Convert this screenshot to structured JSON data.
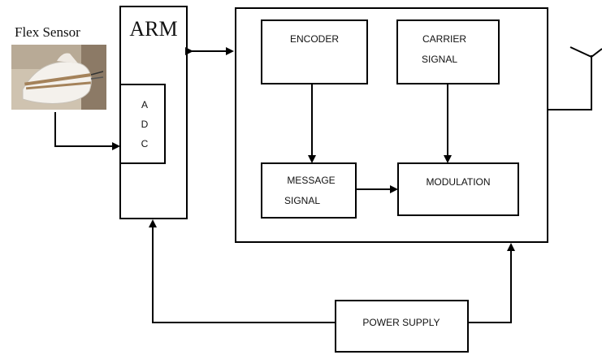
{
  "flex_sensor": {
    "label": "Flex Sensor"
  },
  "arm": {
    "title": "ARM"
  },
  "adc": {
    "letters": [
      "A",
      "D",
      "C"
    ]
  },
  "encoder": {
    "label": "ENCODER"
  },
  "carrier": {
    "line1": "CARRIER",
    "line2": "SIGNAL"
  },
  "message": {
    "line1": "MESSAGE",
    "line2": "SIGNAL"
  },
  "modulation": {
    "label": "MODULATION"
  },
  "power_supply": {
    "label": "POWER SUPPLY"
  }
}
